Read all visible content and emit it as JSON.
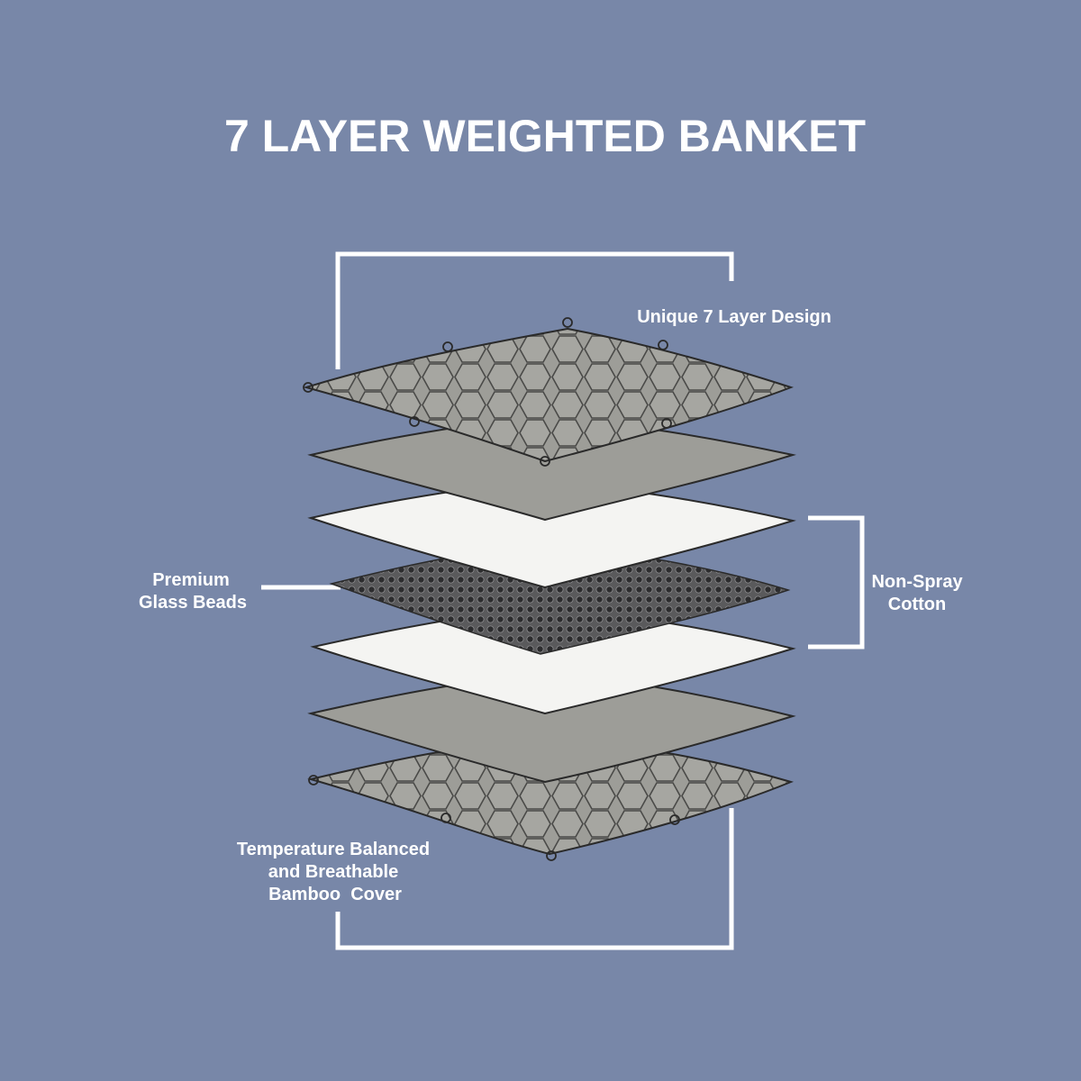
{
  "title": "7 LAYER WEIGHTED BANKET",
  "labels": {
    "top": "Unique 7 Layer Design",
    "left_line1": "Premium",
    "left_line2": "Glass Beads",
    "right_line1": "Non-Spray",
    "right_line2": "Cotton",
    "bottom_line1": "Temperature Balanced",
    "bottom_line2": "and Breathable",
    "bottom_line3": "Bamboo  Cover"
  },
  "colors": {
    "background": "#7887a8",
    "gray_fabric": "#9d9d98",
    "white_cotton": "#f4f4f2",
    "bead_layer": "#5a5a5c",
    "outline": "#2a2a2a",
    "line": "#ffffff"
  },
  "icons": {
    "hex_quilt": "hexagon-pattern-icon",
    "beads": "bead-dot-pattern-icon",
    "loops": "tie-loop-icon"
  }
}
